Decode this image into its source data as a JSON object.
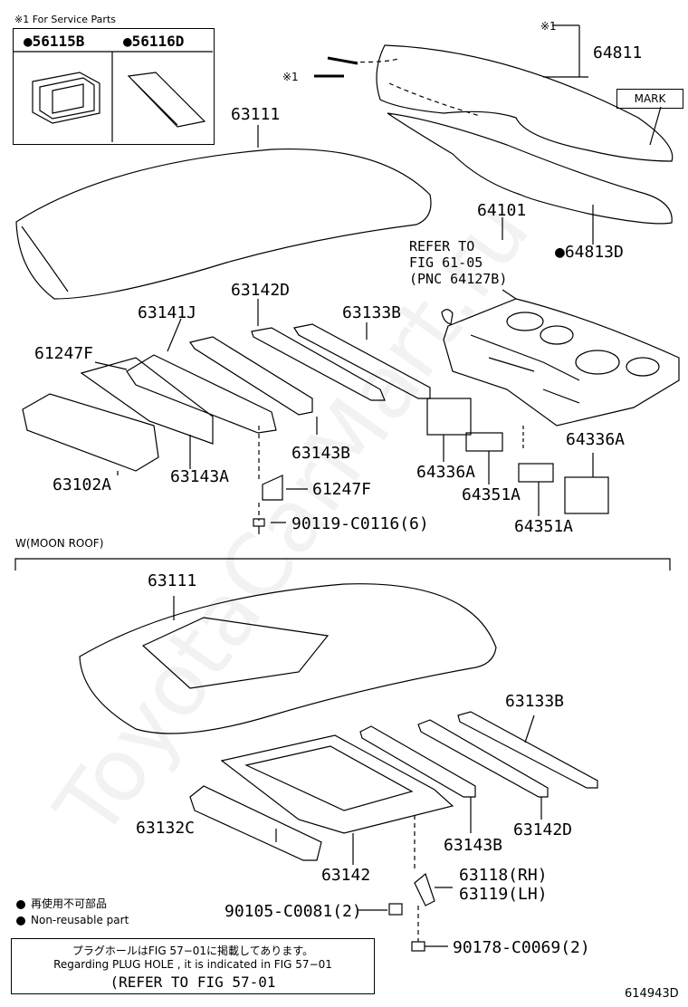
{
  "service_parts": {
    "title": "※1 For Service Parts",
    "left_part": "●56115B",
    "right_part": "●56116D"
  },
  "service_marks": [
    "※1",
    "※1"
  ],
  "mark_label": "MARK",
  "labels": {
    "p64811": "64811",
    "p63111_top": "63111",
    "p64101": "64101",
    "p64813D": "●64813D",
    "p63142D_top": "63142D",
    "p63141J": "63141J",
    "p63133B_top": "63133B",
    "p61247F_left": "61247F",
    "p63143B_top": "63143B",
    "p63102A": "63102A",
    "p63143A": "63143A",
    "p61247F_bottom": "61247F",
    "p90119": "90119-C0116(6)",
    "p64336A_left": "64336A",
    "p64351A_left": "64351A",
    "p64336A_right": "64336A",
    "p64351A_right": "64351A",
    "p63111_bottom": "63111",
    "p63133B_bottom": "63133B",
    "p63132C": "63132C",
    "p63142": "63142",
    "p63143B_bottom": "63143B",
    "p63142D_bottom": "63142D",
    "p63118": "63118(RH)",
    "p63119": "63119(LH)",
    "p90105": "90105-C0081(2)",
    "p90178": "90178-C0069(2)"
  },
  "refer_note": "REFER TO\nFIG 61-05\n(PNC 64127B)",
  "section_label": "W(MOON ROOF)",
  "legend": {
    "jp": "再使用不可部品",
    "en": "Non-reusable part"
  },
  "note_box": {
    "jp": "プラグホールはFIG 57−01に掲載してあります。",
    "en": "Regarding PLUG HOLE , it is indicated in FIG 57−01",
    "refer": "(REFER TO FIG 57-01"
  },
  "figure_code": "614943D",
  "watermark": "ToyotaCarMart.ru"
}
